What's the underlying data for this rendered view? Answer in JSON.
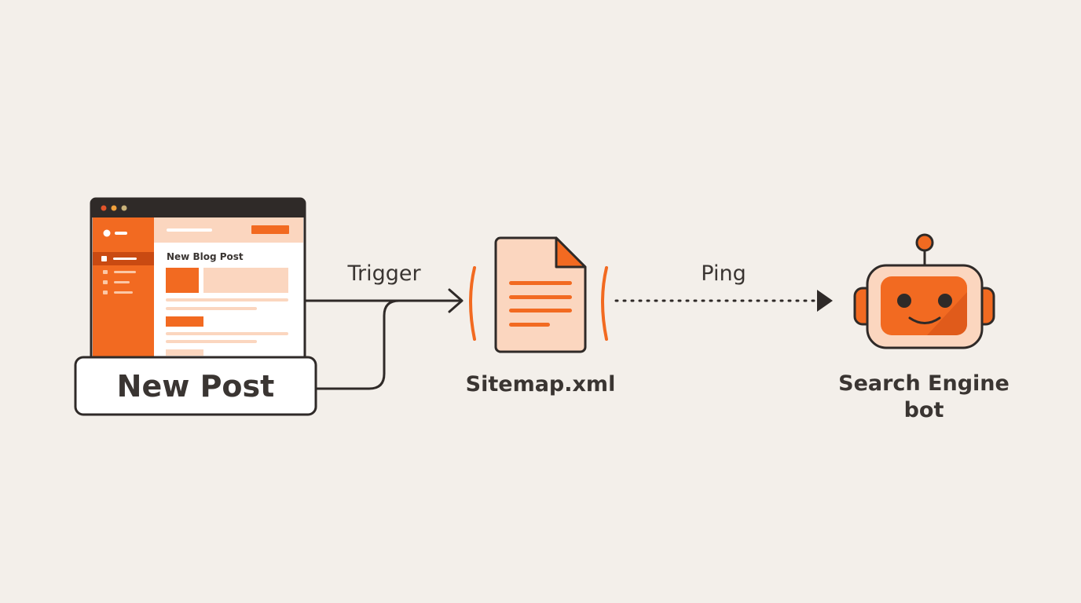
{
  "browser_mock": {
    "heading": "New Blog Post"
  },
  "source_label": "New Post",
  "edge_trigger": "Trigger",
  "edge_ping": "Ping",
  "sitemap_label": "Sitemap.xml",
  "bot_label_line1": "Search Engine",
  "bot_label_line2": "bot",
  "colors": {
    "accent": "#f26a21",
    "accent_light": "#fbd6bf",
    "outline": "#2f2a28",
    "background": "#f3efea"
  }
}
